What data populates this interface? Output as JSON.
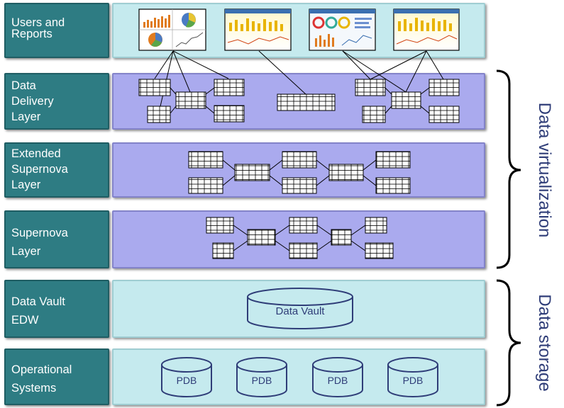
{
  "layers": [
    {
      "id": "users",
      "lines": [
        "Users and",
        "Reports"
      ]
    },
    {
      "id": "delivery",
      "lines": [
        "Data",
        "Delivery",
        "Layer"
      ]
    },
    {
      "id": "extended",
      "lines": [
        "Extended",
        "Supernova",
        "Layer"
      ]
    },
    {
      "id": "supernova",
      "lines": [
        "Supernova",
        "Layer"
      ]
    },
    {
      "id": "vault",
      "lines": [
        "Data Vault",
        "EDW"
      ]
    },
    {
      "id": "operational",
      "lines": [
        "Operational",
        "Systems"
      ]
    }
  ],
  "data_vault_label": "Data Vault",
  "pdb_labels": [
    "PDB",
    "PDB",
    "PDB",
    "PDB"
  ],
  "brackets": {
    "virtualization": "Data virtualization",
    "storage": "Data storage"
  },
  "colors": {
    "label_teal": "#2e7c83",
    "layer_light": "#c5eaee",
    "layer_purple": "#aaaaee",
    "bracket_text": "#2f3d78"
  }
}
